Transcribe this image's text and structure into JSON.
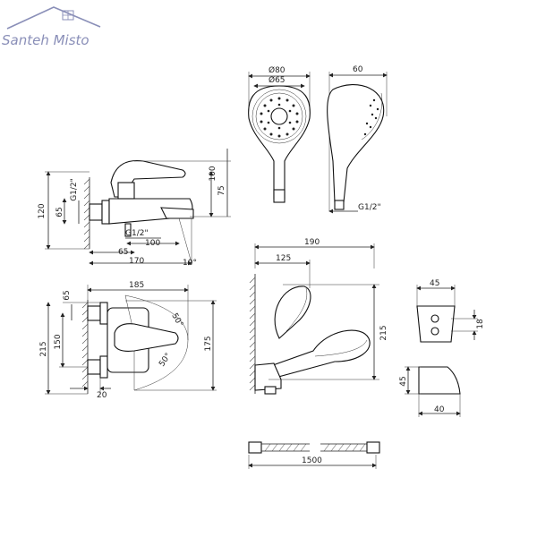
{
  "logo": {
    "text": "Santeh Misto"
  },
  "faucet_side": {
    "d120": "120",
    "d65": "65",
    "g_left": "G1/2\"",
    "d75": "75",
    "d100": "100",
    "g_bottom": "G1/2\"",
    "d100b": "100",
    "d65b": "65",
    "d170": "170",
    "angle": "10°"
  },
  "faucet_top": {
    "d185": "185",
    "d65": "65",
    "d215": "215",
    "d150": "150",
    "d175": "175",
    "a50a": "50°",
    "a50b": "50°",
    "d20": "20"
  },
  "shower_front": {
    "d80": "Ø80",
    "d65": "Ø65"
  },
  "shower_side": {
    "d60": "60",
    "thread": "G1/2\""
  },
  "holder_assembly": {
    "d190": "190",
    "d125": "125",
    "d215": "215"
  },
  "bracket": {
    "d45top": "45",
    "d18": "18",
    "d45side": "45",
    "d40": "40"
  },
  "hose": {
    "d1500": "1500"
  }
}
